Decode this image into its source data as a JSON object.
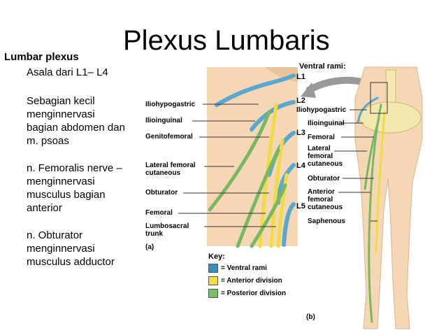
{
  "title": "Plexus Lumbaris",
  "sidebar": {
    "heading": "Lumbar plexus",
    "lines": [
      "Asala dari L1– L4",
      "",
      "Sebagian kecil",
      "menginnervasi",
      "bagian abdomen dan",
      "m. psoas",
      "",
      "n. Femoralis  nerve –",
      "menginnervasi",
      "musculus bagian",
      "anterior",
      "",
      "n. Obturator",
      "menginnervasi",
      "musculus  adductor"
    ]
  },
  "figure_a": {
    "labels": [
      "Iliohypogastric",
      "Ilioinguinal",
      "Genitofemoral",
      "Lateral femoral",
      "cutaneous",
      "Obturator",
      "Femoral",
      "Lumbosacral",
      "trunk"
    ],
    "panel_label": "(a)",
    "ventral_rami_title": "Ventral rami:",
    "levels": [
      "L1",
      "L2",
      "L3",
      "L4",
      "L5"
    ]
  },
  "figure_b": {
    "labels": [
      "Iliohypogastric",
      "Ilioinguinal",
      "Femoral",
      "Lateral",
      "femoral",
      "cutaneous",
      "Obturator",
      "Anterior",
      "femoral",
      "cutaneous",
      "Saphenous"
    ],
    "panel_label": "(b)"
  },
  "key": {
    "title": "Key:",
    "items": [
      {
        "label": "= Ventral rami",
        "color": "#3a8fb7"
      },
      {
        "label": "= Anterior division",
        "color": "#f2dc4a"
      },
      {
        "label": "= Posterior division",
        "color": "#79c06a"
      }
    ]
  },
  "colors": {
    "skin": "#f6d7b5",
    "ventral": "#5aa7cf",
    "anterior": "#f0da46",
    "posterior": "#78b860",
    "bone": "#f3e9b0"
  }
}
